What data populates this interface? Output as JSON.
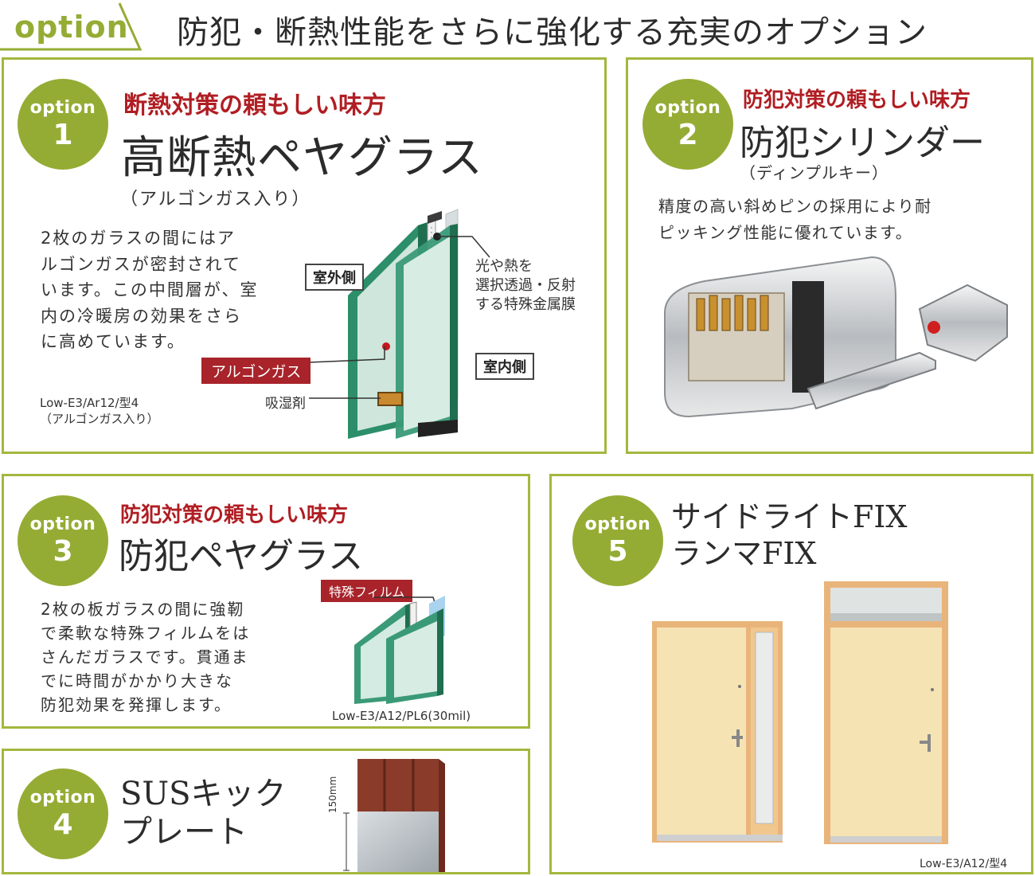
{
  "header": {
    "tab_label": "option",
    "title": "防犯・断熱性能をさらに強化する充実のオプション"
  },
  "option1": {
    "badge_word": "option",
    "badge_num": "1",
    "subtitle": "断熱対策の頼もしい味方",
    "title": "高断熱ペヤグラス",
    "paren": "（アルゴンガス入り）",
    "body": [
      "2枚のガラスの間にはア",
      "ルゴンガスが密封されて",
      "います。この中間層が、室",
      "内の冷暖房の効果をさら",
      "に高めています。"
    ],
    "label_outside": "室外側",
    "label_inside": "室内側",
    "label_argon": "アルゴンガス",
    "label_desiccant": "吸湿剤",
    "note_film": [
      "光や熱を",
      "選択透過・反射",
      "する特殊金属膜"
    ],
    "spec": [
      "Low-E3/Ar12/型4",
      "（アルゴンガス入り）"
    ]
  },
  "option2": {
    "badge_word": "option",
    "badge_num": "2",
    "subtitle": "防犯対策の頼もしい味方",
    "title": "防犯シリンダー",
    "paren": "（ディンプルキー）",
    "body": [
      "精度の高い斜めピンの採用により耐",
      "ピッキング性能に優れています。"
    ]
  },
  "option3": {
    "badge_word": "option",
    "badge_num": "3",
    "subtitle": "防犯対策の頼もしい味方",
    "title": "防犯ペヤグラス",
    "body": [
      "2枚の板ガラスの間に強靭",
      "で柔軟な特殊フィルムをは",
      "さんだガラスです。貫通ま",
      "でに時間がかかり大きな",
      "防犯効果を発揮します。"
    ],
    "label_film": "特殊フィルム",
    "spec": "Low-E3/A12/PL6(30mil)"
  },
  "option4": {
    "badge_word": "option",
    "badge_num": "4",
    "title_lines": [
      "SUSキック",
      "プレート"
    ],
    "dim_label": "150mm"
  },
  "option5": {
    "badge_word": "option",
    "badge_num": "5",
    "title_lines": [
      "サイドライトFIX",
      "ランマFIX"
    ],
    "spec": "Low-E3/A12/型4"
  },
  "colors": {
    "accent_green": "#94ac34",
    "border_green": "#a3b83e",
    "title_red": "#b01e23",
    "label_red": "#a8232a"
  }
}
